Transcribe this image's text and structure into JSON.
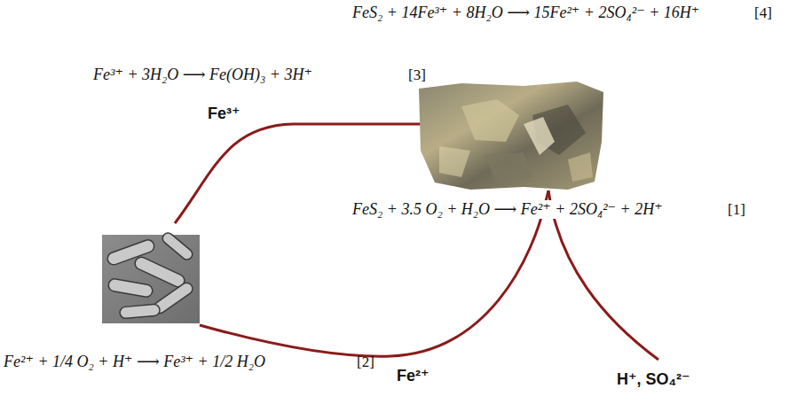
{
  "diagram": {
    "labels": [
      "FeS₂ + 14Fe³⁺ + 8H₂O ⟶ 15Fe²⁺ + 2SO₄²⁻ + 16H⁺",
      "[4]",
      "Fe³⁺ + 3H₂O ⟶ Fe(OH)₃ + 3H⁺",
      "[3]",
      "Fe³⁺",
      "FeS₂ + 3.5 O₂ + H₂O ⟶ Fe²⁺ + 2SO₄²⁻ + 2H⁺",
      "[1]",
      "Fe²⁺ + 1/4 O₂ + H⁺ ⟶ Fe³⁺ + 1/2 H₂O",
      "[2]",
      "Fe²⁺",
      "H⁺, SO₄²⁻"
    ]
  }
}
